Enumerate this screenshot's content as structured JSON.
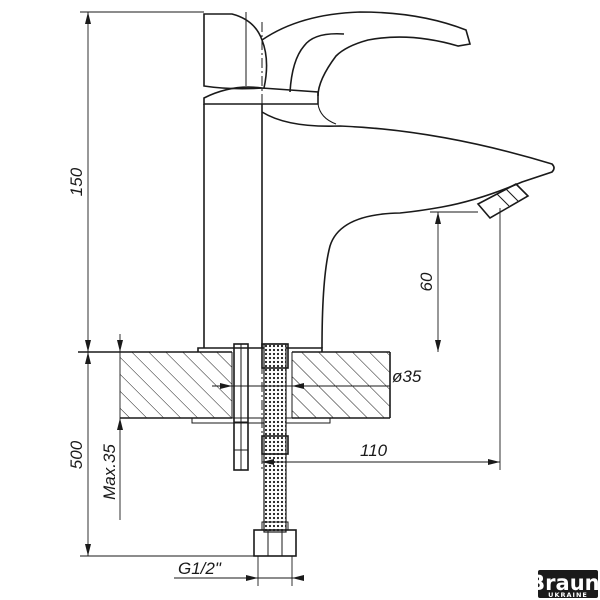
{
  "dimensions": {
    "height_total": "150",
    "spout_height": "60",
    "hose_length": "500",
    "max_thickness": "Max.35",
    "hole_diameter": "ø35",
    "spout_reach": "110",
    "thread": "G1/2\""
  },
  "brand": {
    "name": "Brauni",
    "country": "UKRAINE",
    "color": "#1a1a1a"
  }
}
